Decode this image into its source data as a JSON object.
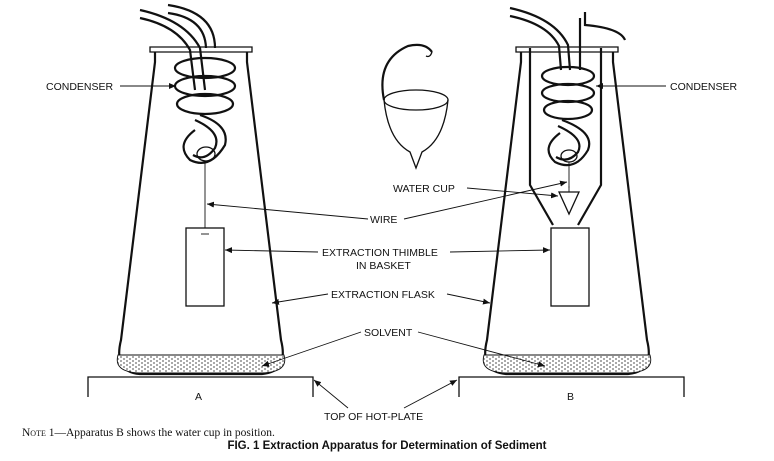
{
  "labels": {
    "condenser_left": "CONDENSER",
    "condenser_right": "CONDENSER",
    "water_cup": "WATER CUP",
    "wire": "WIRE",
    "thimble_line1": "EXTRACTION THIMBLE",
    "thimble_line2": "IN BASKET",
    "flask": "EXTRACTION FLASK",
    "solvent": "SOLVENT",
    "hotplate": "TOP OF HOT-PLATE",
    "apparatus_a": "A",
    "apparatus_b": "B"
  },
  "note": {
    "prefix": "Note",
    "text": " 1—Apparatus B shows the water cup in position."
  },
  "caption": "FIG. 1 Extraction Apparatus for Determination of Sediment"
}
